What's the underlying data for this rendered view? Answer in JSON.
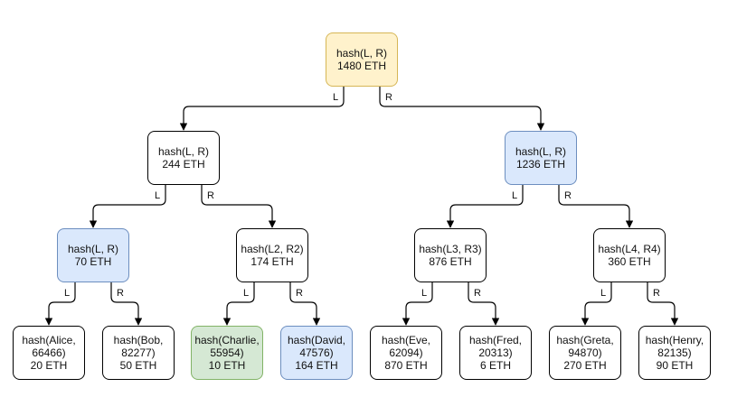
{
  "edge_labels": {
    "left": "L",
    "right": "R"
  },
  "nodes": [
    {
      "id": "root",
      "lines": [
        "hash(L, R)",
        "1480 ETH"
      ]
    },
    {
      "id": "n1",
      "lines": [
        "hash(L, R)",
        "244 ETH"
      ]
    },
    {
      "id": "n2",
      "lines": [
        "hash(L, R)",
        "1236 ETH"
      ]
    },
    {
      "id": "n3",
      "lines": [
        "hash(L, R)",
        "70 ETH"
      ]
    },
    {
      "id": "n4",
      "lines": [
        "hash(L2, R2)",
        "174 ETH"
      ]
    },
    {
      "id": "n5",
      "lines": [
        "hash(L3, R3)",
        "876 ETH"
      ]
    },
    {
      "id": "n6",
      "lines": [
        "hash(L4, R4)",
        "360 ETH"
      ]
    },
    {
      "id": "alice",
      "lines": [
        "hash(Alice,",
        "66466)",
        "20 ETH"
      ]
    },
    {
      "id": "bob",
      "lines": [
        "hash(Bob,",
        "82277)",
        "50 ETH"
      ]
    },
    {
      "id": "charlie",
      "lines": [
        "hash(Charlie,",
        "55954)",
        "10 ETH"
      ]
    },
    {
      "id": "david",
      "lines": [
        "hash(David,",
        "47576)",
        "164 ETH"
      ]
    },
    {
      "id": "eve",
      "lines": [
        "hash(Eve,",
        "62094)",
        "870 ETH"
      ]
    },
    {
      "id": "fred",
      "lines": [
        "hash(Fred,",
        "20313)",
        "6 ETH"
      ]
    },
    {
      "id": "greta",
      "lines": [
        "hash(Greta,",
        "94870)",
        "270 ETH"
      ]
    },
    {
      "id": "henry",
      "lines": [
        "hash(Henry,",
        "82135)",
        "90 ETH"
      ]
    }
  ],
  "colors": {
    "default_fill": "#ffffff",
    "yellow_fill": "#fff2cc",
    "blue_fill": "#dae8fc",
    "green_fill": "#d5e8d4",
    "edge": "#000000"
  }
}
